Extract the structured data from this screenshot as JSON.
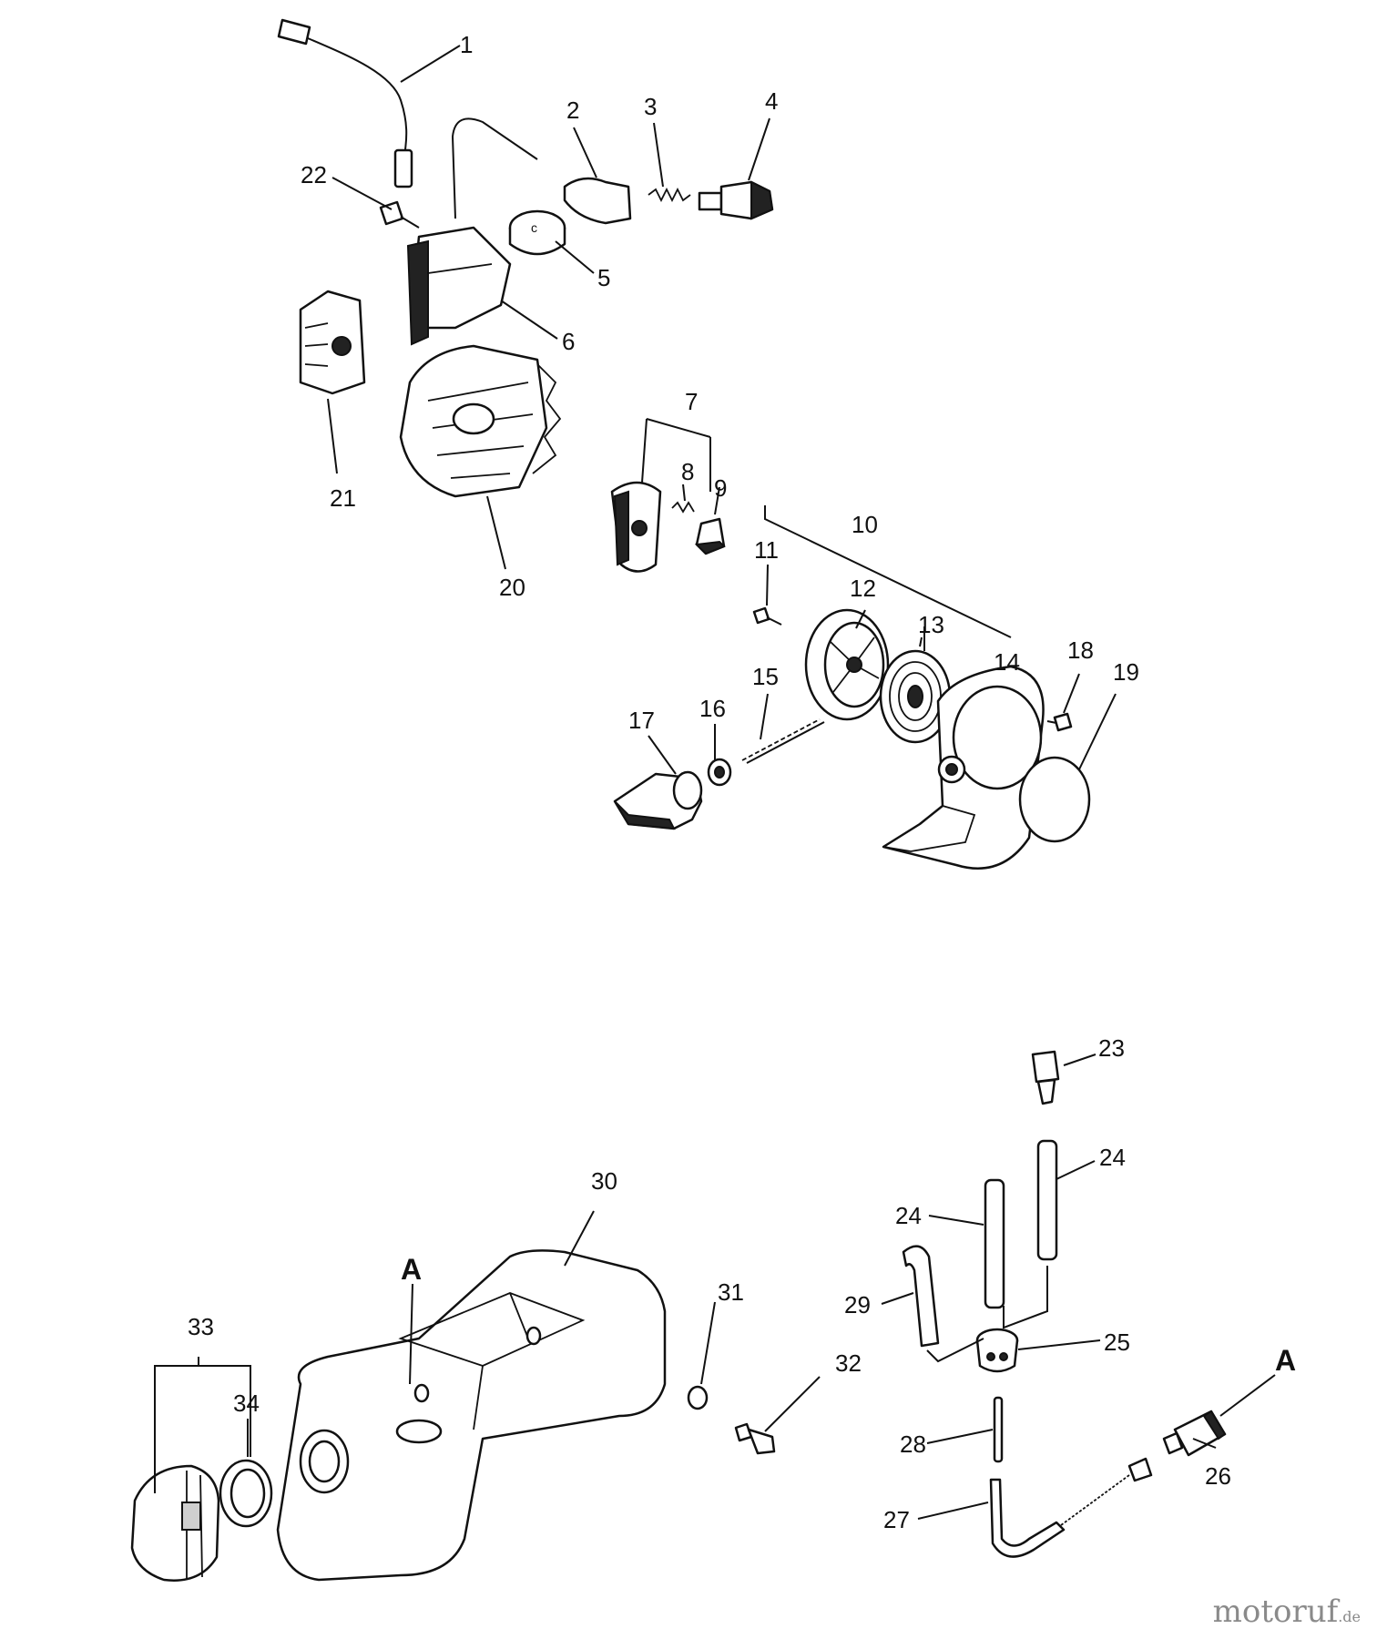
{
  "labels": {
    "p1": "1",
    "p2": "2",
    "p3": "3",
    "p4": "4",
    "p5": "5",
    "p6": "6",
    "p7": "7",
    "p8": "8",
    "p9": "9",
    "p10": "10",
    "p11": "11",
    "p12": "12",
    "p13": "13",
    "p14": "14",
    "p15": "15",
    "p16": "16",
    "p17": "17",
    "p18": "18",
    "p19": "19",
    "p20": "20",
    "p21": "21",
    "p22": "22",
    "p23": "23",
    "p24a": "24",
    "p24b": "24",
    "p25": "25",
    "p26": "26",
    "p27": "27",
    "p28": "28",
    "p29": "29",
    "p30": "30",
    "p31": "31",
    "p32": "32",
    "p33": "33",
    "p34": "34",
    "refA1": "A",
    "refA2": "A"
  },
  "watermark": {
    "name": "motoruf",
    "tld": ".de"
  }
}
